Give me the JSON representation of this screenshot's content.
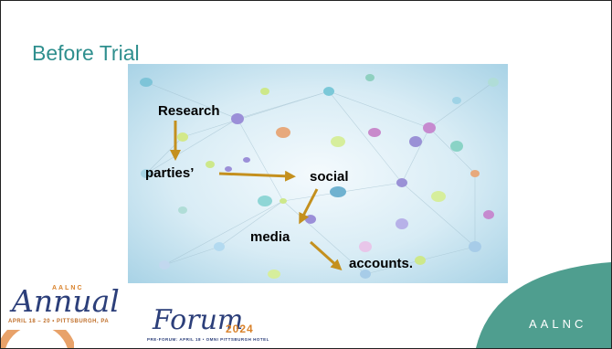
{
  "slide": {
    "title": "Before Trial",
    "flow": {
      "step1": "Research",
      "step2": "parties’",
      "step3": "social",
      "step4": "media",
      "step5": "accounts."
    },
    "colors": {
      "title": "#2f8f8e",
      "arrow": "#c4901e",
      "network_bg": "#cfe6f0",
      "teal_corner": "#4f9e8f",
      "orange_corner": "#e8a26a"
    }
  },
  "footer": {
    "logo_tag": "AALNC",
    "logo_annual": "Annual",
    "logo_dates": "APRIL 18 – 20 • PITTSBURGH, PA",
    "logo_forum": "Forum",
    "logo_year": "2024",
    "logo_pre": "PRE-FORUM: APRIL 18 • OMNI PITTSBURGH HOTEL",
    "org": "AALNC"
  }
}
